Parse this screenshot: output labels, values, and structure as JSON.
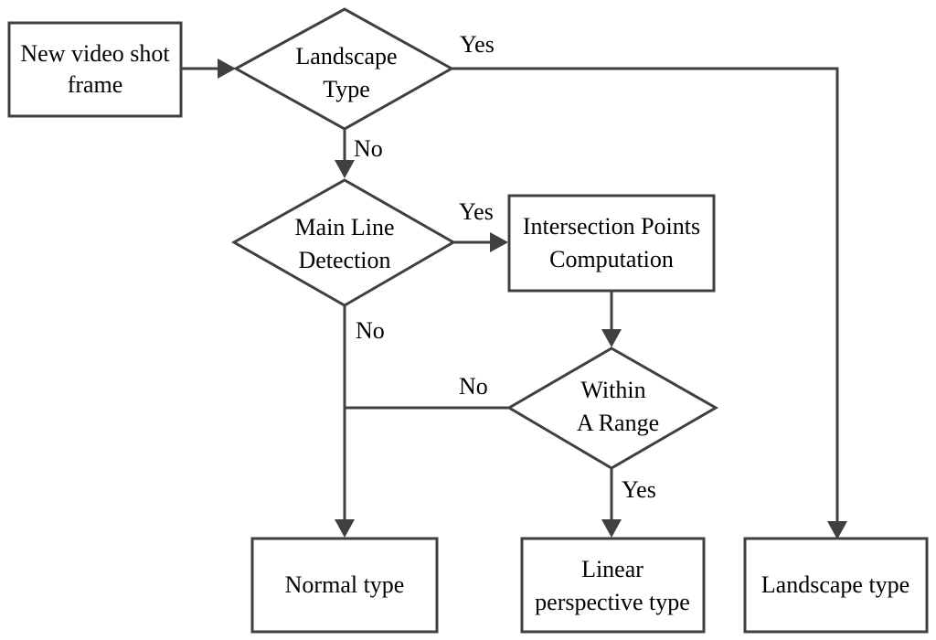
{
  "nodes": {
    "start": {
      "label_line1": "New video shot",
      "label_line2": "frame"
    },
    "landscape_decision": {
      "label_line1": "Landscape",
      "label_line2": "Type"
    },
    "main_line_decision": {
      "label_line1": "Main Line",
      "label_line2": "Detection"
    },
    "intersection": {
      "label_line1": "Intersection Points",
      "label_line2": "Computation"
    },
    "range_decision": {
      "label_line1": "Within",
      "label_line2": "A Range"
    },
    "normal": {
      "label": "Normal type"
    },
    "linear": {
      "label_line1": "Linear",
      "label_line2": "perspective type"
    },
    "landscape_result": {
      "label": "Landscape type"
    }
  },
  "edges": {
    "landscape_yes": "Yes",
    "landscape_no": "No",
    "main_line_yes": "Yes",
    "main_line_no": "No",
    "range_no": "No",
    "range_yes": "Yes"
  },
  "colors": {
    "stroke": "#404040",
    "text": "#000000",
    "background": "#ffffff"
  }
}
